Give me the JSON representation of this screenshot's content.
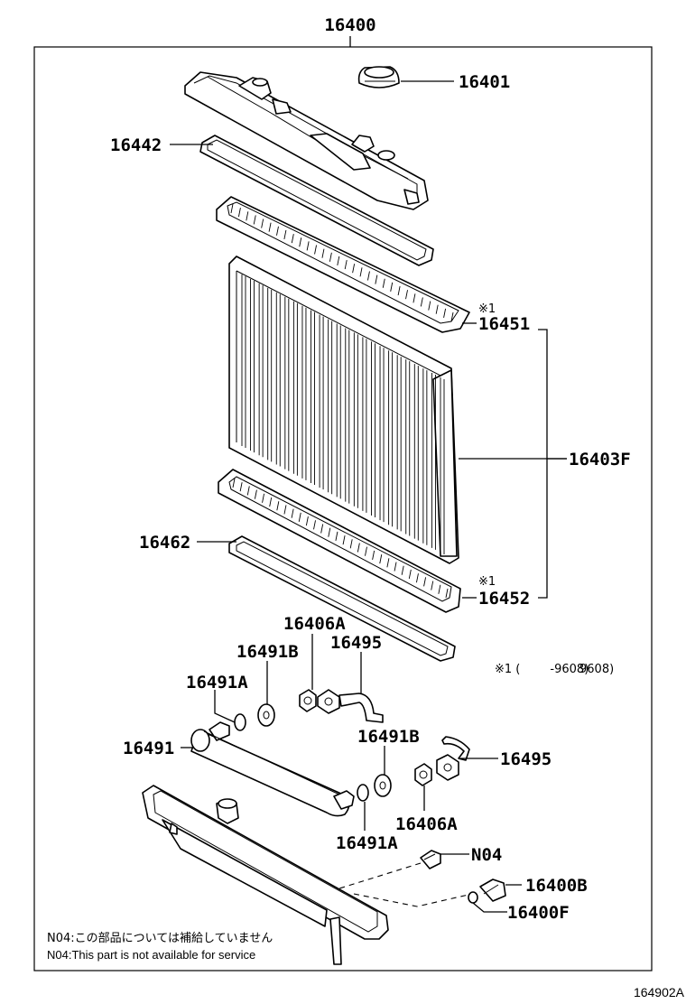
{
  "diagram": {
    "assembly_label": "16400",
    "figure_code": "164902A",
    "labels": {
      "p16401": "16401",
      "p16442": "16442",
      "p16451": "16451",
      "p16403F": "16403F",
      "p16462": "16462",
      "p16452": "16452",
      "p16406A_top": "16406A",
      "p16495_top": "16495",
      "p16491B_left": "16491B",
      "p16491A_left": "16491A",
      "p16491": "16491",
      "p16491B_right": "16491B",
      "p16495_right": "16495",
      "p16406A_bottom": "16406A",
      "p16491A_bottom": "16491A",
      "pN04": "N04",
      "p16400B": "16400B",
      "p16400F": "16400F"
    },
    "marks": {
      "mark1_upper": "※1",
      "mark1_lower": "※1"
    },
    "applicability_note": "※1 (        -9608)",
    "footnotes": {
      "jp": "N04:この部品については補給していません",
      "en": "N04:This part is not available for service"
    }
  }
}
